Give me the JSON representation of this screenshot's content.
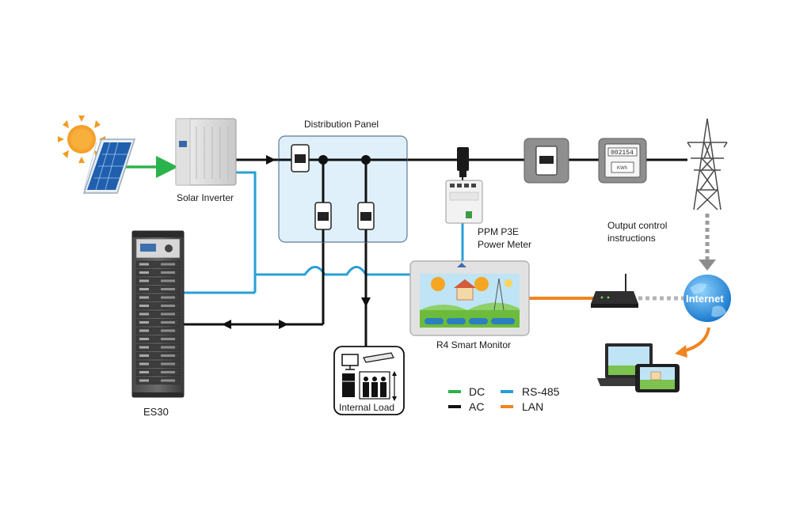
{
  "labels": {
    "solar_inverter": "Solar Inverter",
    "distribution_panel": "Distribution Panel",
    "power_meter_line1": "PPM P3E",
    "power_meter_line2": "Power Meter",
    "output_control_line1": "Output control",
    "output_control_line2": "instructions",
    "smart_monitor": "R4 Smart Monitor",
    "internal_load": "Internal Load",
    "es30": "ES30",
    "internet": "Internet",
    "kwh_display": "002154",
    "kwh_unit": "KWh"
  },
  "legend": [
    {
      "label": "DC",
      "color": "#2bb34b"
    },
    {
      "label": "AC",
      "color": "#111111"
    },
    {
      "label": "RS-485",
      "color": "#2a9fd6"
    },
    {
      "label": "LAN",
      "color": "#f0841f"
    }
  ],
  "colors": {
    "dc": "#2bb34b",
    "ac": "#111111",
    "rs485": "#2a9fd6",
    "lan": "#f0841f",
    "panel_fill": "#dff0fb",
    "panel_stroke": "#5a7d95"
  },
  "icons": {
    "sun": "sun-icon",
    "solar_panel": "solar-panel-icon",
    "inverter": "solar-inverter-icon",
    "battery_rack": "battery-rack-icon",
    "breaker": "circuit-breaker-icon",
    "meter": "power-meter-icon",
    "kwh_meter": "kwh-meter-icon",
    "tower": "transmission-tower-icon",
    "router": "router-icon",
    "globe": "internet-globe-icon",
    "laptop": "laptop-icon",
    "tablet": "tablet-icon"
  }
}
